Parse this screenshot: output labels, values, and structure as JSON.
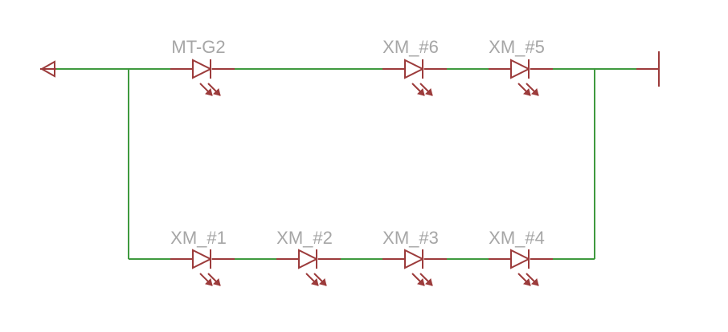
{
  "schematic": {
    "colors": {
      "wire": "#3f9a3f",
      "symbol": "#9c3b3b",
      "label": "#a6a6a6",
      "background": "#ffffff"
    },
    "top_row": [
      {
        "name": "MT-G2",
        "icon": "led-icon"
      },
      {
        "name": "XM_#6",
        "icon": "led-icon"
      },
      {
        "name": "XM_#5",
        "icon": "led-icon"
      }
    ],
    "bottom_row": [
      {
        "name": "XM_#1",
        "icon": "led-icon"
      },
      {
        "name": "XM_#2",
        "icon": "led-icon"
      },
      {
        "name": "XM_#3",
        "icon": "led-icon"
      },
      {
        "name": "XM_#4",
        "icon": "led-icon"
      }
    ],
    "left_terminal_icon": "arrow-terminal-icon",
    "right_terminal_icon": "bar-terminal-icon"
  }
}
